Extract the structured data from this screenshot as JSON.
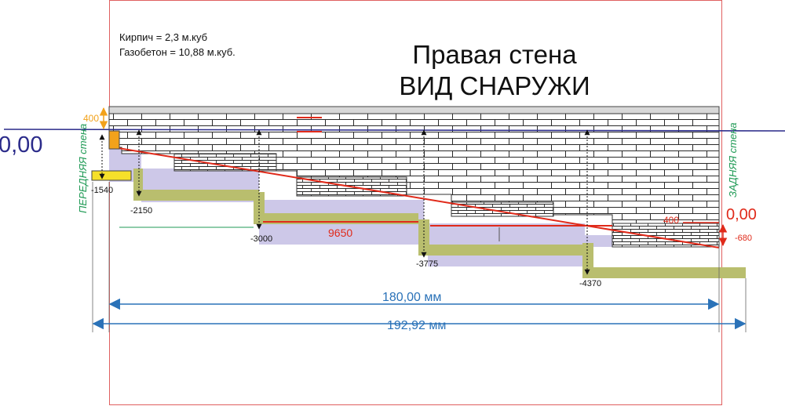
{
  "notes": {
    "brick": "Кирпич = 2,3 м.куб",
    "gasconcrete": "Газобетон = 10,88 м.куб."
  },
  "title": {
    "line1": "Правая стена",
    "line2": "ВИД СНАРУЖИ"
  },
  "labels": {
    "zero_left": "0,00",
    "zero_right": "0,00",
    "front_wall": "ПЕРЕДНЯЯ стена",
    "back_wall": "ЗАДНЯЯ стена",
    "top_dim": "400",
    "right_dim": "400",
    "length": "9650",
    "dim_180": "180,00 мм",
    "dim_192": "192,92 мм",
    "depths": [
      "-1540",
      "-2150",
      "-3000",
      "-3775",
      "-4370",
      "-680"
    ]
  },
  "colors": {
    "frame": "#e06060",
    "ground": "#2b2b8a",
    "fill": "#cdc8e8",
    "footing": "#b9be6e",
    "slope": "#e02a1a",
    "dimension": "#2a72b8",
    "label_green": "#1f9a55",
    "orange": "#f2a21b",
    "yellow": "#f6e02a"
  }
}
